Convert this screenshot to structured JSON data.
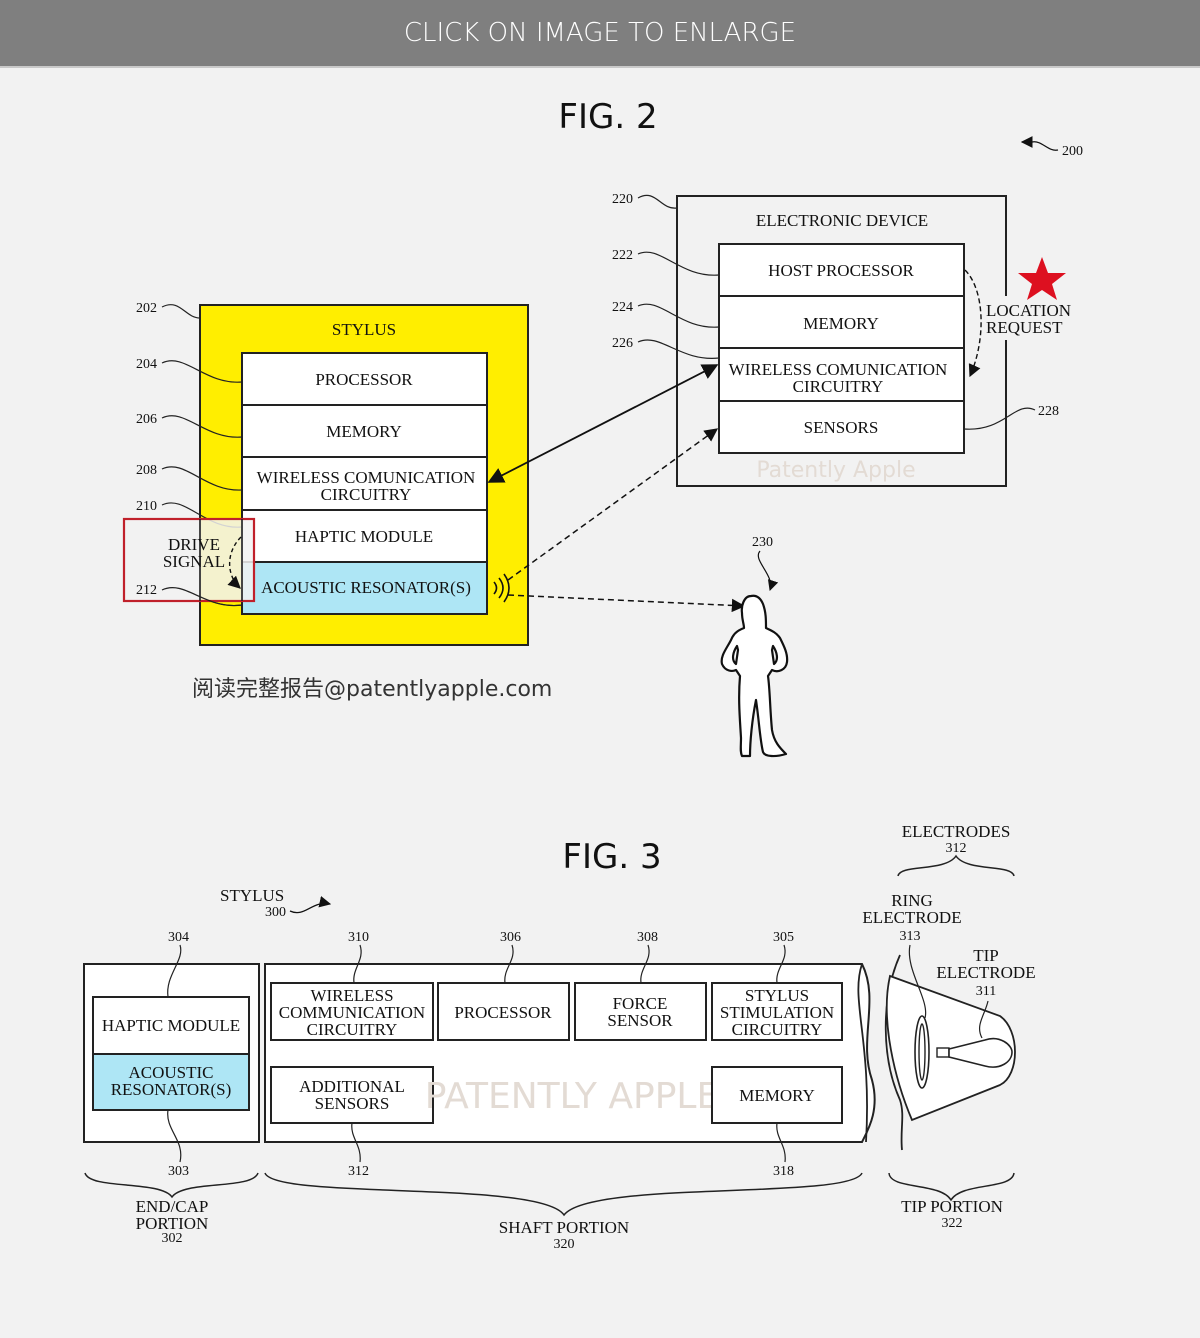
{
  "banner": {
    "text": "CLICK ON IMAGE TO ENLARGE"
  },
  "fig2": {
    "title": "FIG. 2",
    "ref_figure": "200",
    "stylus": {
      "ref": "202",
      "label": "STYLUS",
      "highlight_color": "#ffee00",
      "blocks": [
        {
          "ref": "204",
          "label": "PROCESSOR"
        },
        {
          "ref": "206",
          "label": "MEMORY"
        },
        {
          "ref": "208",
          "label_line1": "WIRELESS COMUNICATION",
          "label_line2": "CIRCUITRY"
        },
        {
          "ref": "210",
          "label": "HAPTIC MODULE"
        },
        {
          "ref": "212",
          "label": "ACOUSTIC RESONATOR(S)",
          "fill": "#aee6f5"
        }
      ],
      "drive_signal_line1": "DRIVE",
      "drive_signal_line2": "SIGNAL",
      "annotation_box_color": "#c0202a"
    },
    "device": {
      "ref": "220",
      "label": "ELECTRONIC DEVICE",
      "blocks": [
        {
          "ref": "222",
          "label": "HOST PROCESSOR"
        },
        {
          "ref": "224",
          "label": "MEMORY"
        },
        {
          "ref": "226",
          "label_line1": "WIRELESS COMUNICATION",
          "label_line2": "CIRCUITRY"
        },
        {
          "ref": "228",
          "label": "SENSORS"
        }
      ],
      "location_request_line1": "LOCATION",
      "location_request_line2": "REQUEST",
      "star_color": "#dd1020",
      "watermark": "Patently Apple"
    },
    "user_ref": "230",
    "caption": "阅读完整报告@patentlyapple.com"
  },
  "fig3": {
    "title": "FIG. 3",
    "stylus_label": "STYLUS",
    "stylus_ref": "300",
    "end_cap": {
      "ref_top": "304",
      "ref_bottom": "303",
      "haptic": "HAPTIC MODULE",
      "acoustic_line1": "ACOUSTIC",
      "acoustic_line2": "RESONATOR(S)",
      "portion_line1": "END/CAP",
      "portion_line2": "PORTION",
      "portion_ref": "302"
    },
    "shaft": {
      "blocks_top": [
        {
          "ref": "310",
          "lines": [
            "WIRELESS",
            "COMMUNICATION",
            "CIRCUITRY"
          ]
        },
        {
          "ref": "306",
          "lines": [
            "PROCESSOR"
          ]
        },
        {
          "ref": "308",
          "lines": [
            "FORCE",
            "SENSOR"
          ]
        },
        {
          "ref": "305",
          "lines": [
            "STYLUS",
            "STIMULATION",
            "CIRCUITRY"
          ]
        }
      ],
      "additional_sensors_line1": "ADDITIONAL",
      "additional_sensors_line2": "SENSORS",
      "additional_sensors_ref": "312",
      "memory": "MEMORY",
      "memory_ref": "318",
      "watermark": "PATENTLY APPLE",
      "portion_label": "SHAFT PORTION",
      "portion_ref": "320"
    },
    "tip": {
      "electrodes_label": "ELECTRODES",
      "electrodes_ref": "312",
      "ring_line1": "RING",
      "ring_line2": "ELECTRODE",
      "ring_ref": "313",
      "tip_line1": "TIP",
      "tip_line2": "ELECTRODE",
      "tip_ref": "311",
      "portion_label": "TIP PORTION",
      "portion_ref": "322"
    }
  }
}
